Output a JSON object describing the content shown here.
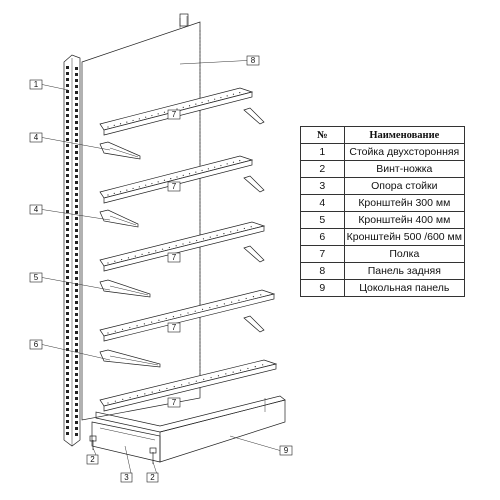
{
  "diagram": {
    "callouts": [
      {
        "id": "c1",
        "text": "1"
      },
      {
        "id": "c4a",
        "text": "4"
      },
      {
        "id": "c4b",
        "text": "4"
      },
      {
        "id": "c5",
        "text": "5"
      },
      {
        "id": "c6",
        "text": "6"
      },
      {
        "id": "c8",
        "text": "8"
      },
      {
        "id": "c7a",
        "text": "7"
      },
      {
        "id": "c7b",
        "text": "7"
      },
      {
        "id": "c7c",
        "text": "7"
      },
      {
        "id": "c7d",
        "text": "7"
      },
      {
        "id": "c7e",
        "text": "7"
      },
      {
        "id": "c2a",
        "text": "2"
      },
      {
        "id": "c3",
        "text": "3"
      },
      {
        "id": "c2b",
        "text": "2"
      },
      {
        "id": "c9",
        "text": "9"
      }
    ]
  },
  "parts_table": {
    "headers": [
      "№",
      "Наименование"
    ],
    "rows": [
      [
        "1",
        "Стойка двухсторонняя"
      ],
      [
        "2",
        "Винт-ножка"
      ],
      [
        "3",
        "Опора стойки"
      ],
      [
        "4",
        "Кронштейн 300 мм"
      ],
      [
        "5",
        "Кронштейн 400 мм"
      ],
      [
        "6",
        "Кронштейн 500 /600 мм"
      ],
      [
        "7",
        "Полка"
      ],
      [
        "8",
        "Панель задняя"
      ],
      [
        "9",
        "Цокольная панель"
      ]
    ]
  }
}
